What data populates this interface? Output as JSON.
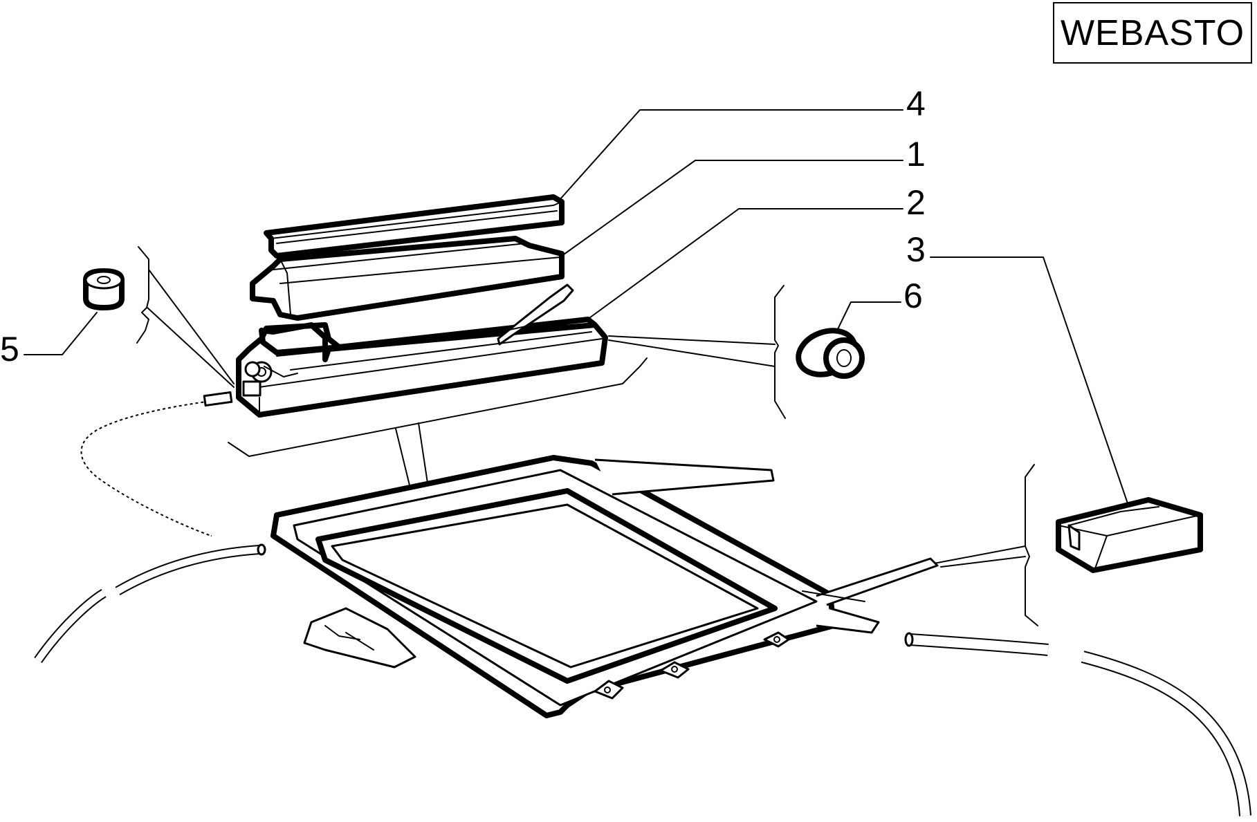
{
  "brand": {
    "label": "WEBASTO"
  },
  "callouts": {
    "c1": "1",
    "c2": "2",
    "c3": "3",
    "c4": "4",
    "c5": "5",
    "c6": "6"
  }
}
